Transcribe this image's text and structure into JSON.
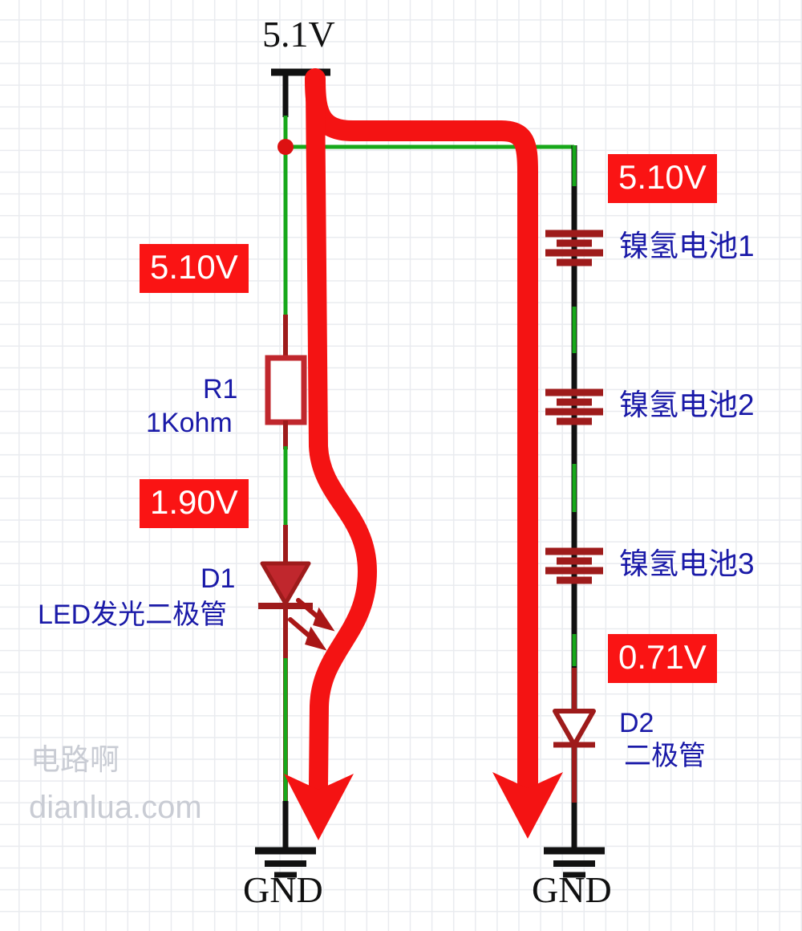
{
  "diagram": {
    "title_supply": "5.1V",
    "ground_left_label": "GND",
    "ground_right_label": "GND"
  },
  "badges": [
    {
      "name": "node-voltage-left-top",
      "value": "5.10V"
    },
    {
      "name": "node-voltage-led-anode",
      "value": "1.90V"
    },
    {
      "name": "node-voltage-right-top",
      "value": "5.10V"
    },
    {
      "name": "node-voltage-d2-anode",
      "value": "0.71V"
    }
  ],
  "components": {
    "resistor": {
      "designator": "R1",
      "value": "1Kohm"
    },
    "led": {
      "designator": "D1",
      "description": "LED发光二极管"
    },
    "diode": {
      "designator": "D2",
      "description": "二极管"
    },
    "batteries": [
      {
        "label": "镍氢电池1"
      },
      {
        "label": "镍氢电池2"
      },
      {
        "label": "镍氢电池3"
      }
    ]
  },
  "watermark": {
    "line1": "电路啊",
    "line2": "dianlua.com"
  },
  "colors": {
    "badge_bg": "#fa1414",
    "badge_text": "#ffffff",
    "label_blue": "#1a1aa8",
    "wire_red": "#9e1b1b",
    "wire_green": "#17a81a",
    "wire_black": "#111111",
    "flow_red": "#f41313",
    "grid": "#e9ebef",
    "watermark": "#c9ccd4"
  }
}
